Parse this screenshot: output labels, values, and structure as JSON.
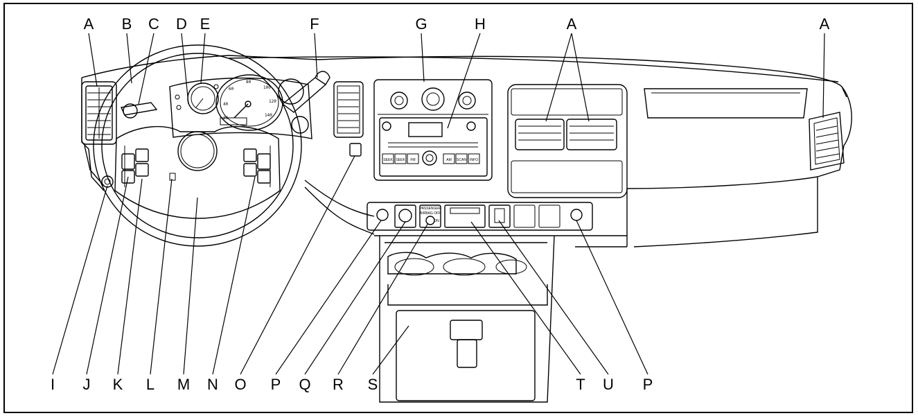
{
  "callouts": {
    "top": [
      "A",
      "B",
      "C",
      "D",
      "E",
      "F",
      "G",
      "H",
      "A",
      "A"
    ],
    "bottom": [
      "I",
      "J",
      "K",
      "L",
      "M",
      "N",
      "O",
      "P",
      "Q",
      "R",
      "S",
      "T",
      "U",
      "P"
    ]
  },
  "speedometer_labels": [
    "20",
    "40",
    "60",
    "80",
    "100",
    "120",
    "140"
  ],
  "radio_button_labels": [
    "SEEK",
    "SEEK",
    "FM",
    "AM",
    "SCAN",
    "INFO"
  ],
  "switch_labels": [
    "PASSENGER",
    "AIRBAG OFF",
    "ON"
  ]
}
